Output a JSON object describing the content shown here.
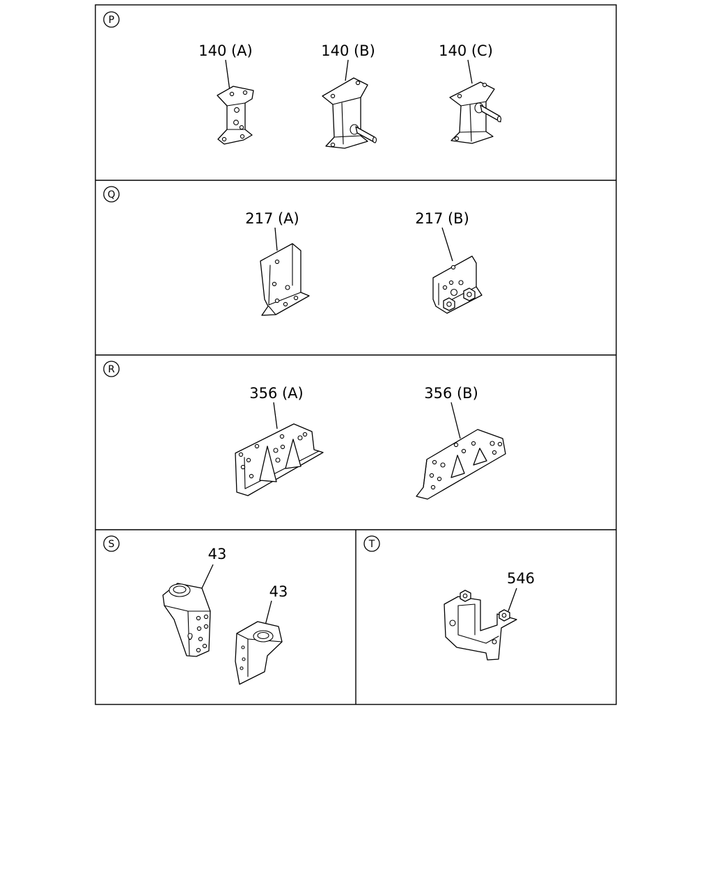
{
  "sections": [
    {
      "letter": "P",
      "parts": [
        "140 (A)",
        "140 (B)",
        "140 (C)"
      ]
    },
    {
      "letter": "Q",
      "parts": [
        "217 (A)",
        "217 (B)"
      ]
    },
    {
      "letter": "R",
      "parts": [
        "356 (A)",
        "356 (B)"
      ]
    },
    {
      "letter": "S",
      "parts": [
        "43",
        "43"
      ]
    },
    {
      "letter": "T",
      "parts": [
        "546"
      ]
    }
  ]
}
